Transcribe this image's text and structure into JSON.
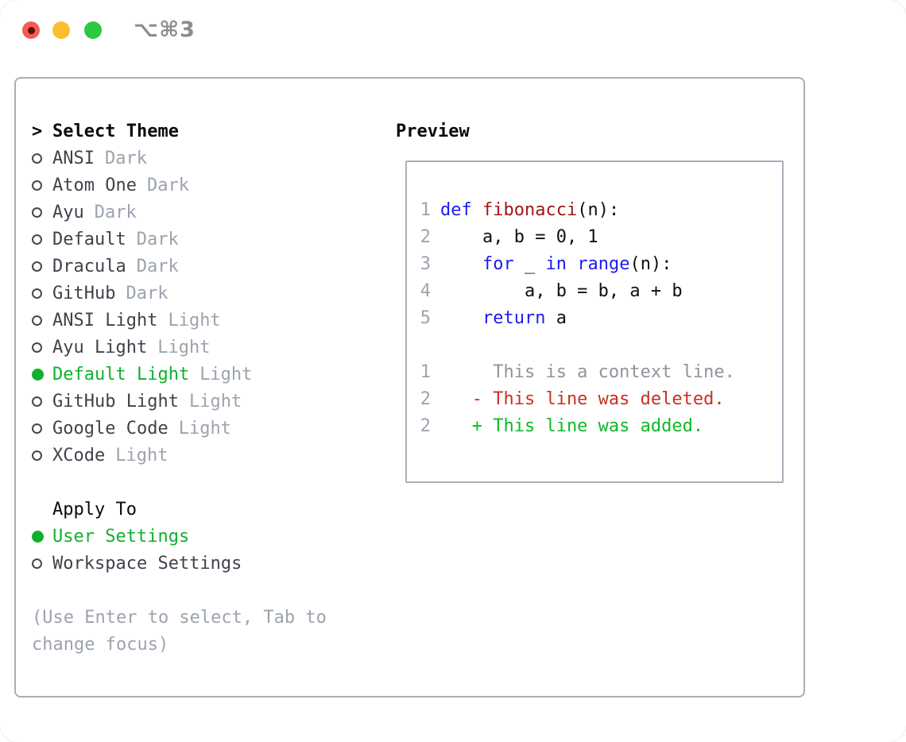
{
  "window": {
    "shortcut": "⌥⌘3"
  },
  "colors": {
    "accent_green": "#10B02F",
    "keyword_blue": "#1B1BEF",
    "function_red": "#A01818",
    "deleted_red": "#C9301F",
    "added_green": "#10B82A",
    "muted_gray": "#9CA3AE",
    "context_gray": "#8F949C",
    "item_dark": "#3E434B",
    "heading_black": "#0B0B0B",
    "border_gray": "#A9AFB9"
  },
  "theme_picker": {
    "prompt": ">",
    "title": "Select Theme",
    "items": [
      {
        "name": "ANSI",
        "tag": "Dark",
        "selected": false
      },
      {
        "name": "Atom One",
        "tag": "Dark",
        "selected": false
      },
      {
        "name": "Ayu",
        "tag": "Dark",
        "selected": false
      },
      {
        "name": "Default",
        "tag": "Dark",
        "selected": false
      },
      {
        "name": "Dracula",
        "tag": "Dark",
        "selected": false
      },
      {
        "name": "GitHub",
        "tag": "Dark",
        "selected": false
      },
      {
        "name": "ANSI Light",
        "tag": "Light",
        "selected": false
      },
      {
        "name": "Ayu Light",
        "tag": "Light",
        "selected": false
      },
      {
        "name": "Default Light",
        "tag": "Light",
        "selected": true
      },
      {
        "name": "GitHub Light",
        "tag": "Light",
        "selected": false
      },
      {
        "name": "Google Code",
        "tag": "Light",
        "selected": false
      },
      {
        "name": "XCode",
        "tag": "Light",
        "selected": false
      }
    ]
  },
  "apply_to": {
    "title": "Apply To",
    "options": [
      {
        "name": "User Settings",
        "selected": true
      },
      {
        "name": "Workspace Settings",
        "selected": false
      }
    ]
  },
  "hint": {
    "lines": [
      "(Use Enter to select, Tab to",
      "change focus)"
    ]
  },
  "preview": {
    "title": "Preview",
    "lines": [
      {
        "num": "1",
        "tokens": [
          {
            "c": "kw",
            "t": "def "
          },
          {
            "c": "fn",
            "t": "fibonacci"
          },
          {
            "c": "pl",
            "t": "(n):"
          }
        ]
      },
      {
        "num": "2",
        "tokens": [
          {
            "c": "pl",
            "t": "    a, b = 0, 1"
          }
        ]
      },
      {
        "num": "3",
        "tokens": [
          {
            "c": "pl",
            "t": "    "
          },
          {
            "c": "kw",
            "t": "for"
          },
          {
            "c": "pl",
            "t": " _ "
          },
          {
            "c": "kw",
            "t": "in"
          },
          {
            "c": "pl",
            "t": " "
          },
          {
            "c": "kw",
            "t": "range"
          },
          {
            "c": "pl",
            "t": "(n):"
          }
        ]
      },
      {
        "num": "4",
        "tokens": [
          {
            "c": "pl",
            "t": "        a, b = b, a + b"
          }
        ]
      },
      {
        "num": "5",
        "tokens": [
          {
            "c": "pl",
            "t": "    "
          },
          {
            "c": "kw",
            "t": "return"
          },
          {
            "c": "pl",
            "t": " a"
          }
        ]
      },
      {
        "num": "",
        "tokens": []
      },
      {
        "num": "1",
        "tokens": [
          {
            "c": "ctx",
            "t": "     This is a context line."
          }
        ]
      },
      {
        "num": "2",
        "tokens": [
          {
            "c": "del",
            "t": "   - This line was deleted."
          }
        ]
      },
      {
        "num": "2",
        "tokens": [
          {
            "c": "add",
            "t": "   + This line was added."
          }
        ]
      }
    ]
  }
}
